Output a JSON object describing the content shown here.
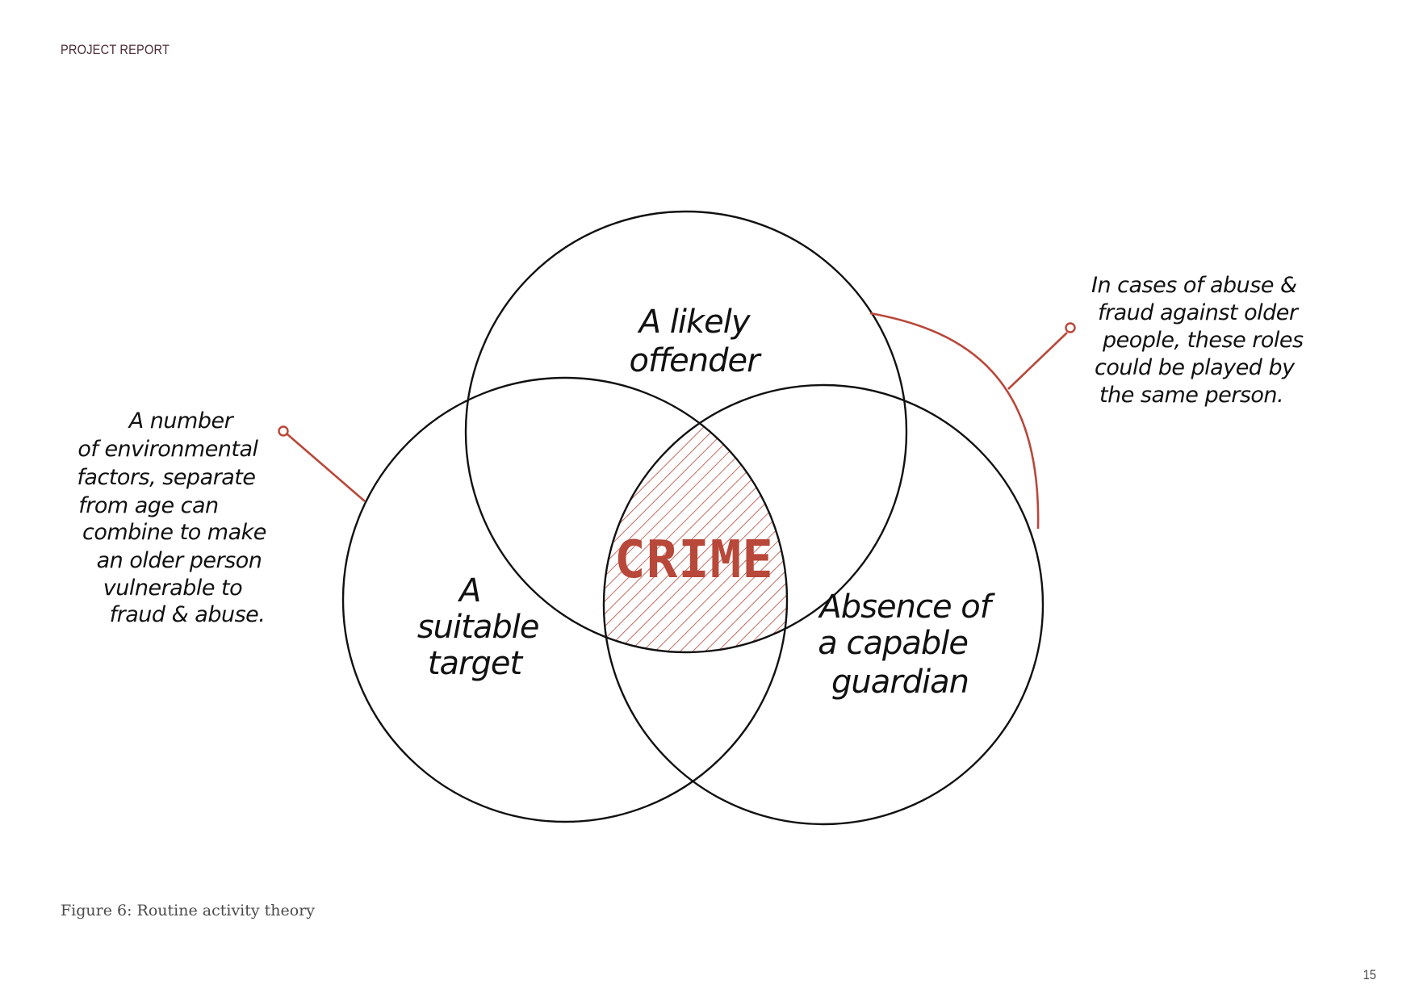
{
  "header": {
    "title": "PROJECT REPORT"
  },
  "diagram": {
    "circles": {
      "top": {
        "label_lines": [
          "A likely",
          "offender"
        ]
      },
      "left": {
        "label_lines": [
          "A",
          "suitable",
          "target"
        ]
      },
      "right": {
        "label_lines": [
          "Absence of",
          "a capable",
          "guardian"
        ]
      }
    },
    "center_label": "CRIME",
    "left_note_lines": [
      "A number",
      "of environmental",
      "factors, separate",
      "from age can",
      "combine to make",
      "an older person",
      "vulnerable to",
      "fraud & abuse."
    ],
    "right_note_lines": [
      "In cases of abuse &",
      "fraud against older",
      "people, these roles",
      "could be played by",
      "the same person."
    ],
    "colors": {
      "ink": "#111111",
      "accent": "#b8483a"
    }
  },
  "caption": "Figure 6: Routine activity theory",
  "page_number": "15"
}
